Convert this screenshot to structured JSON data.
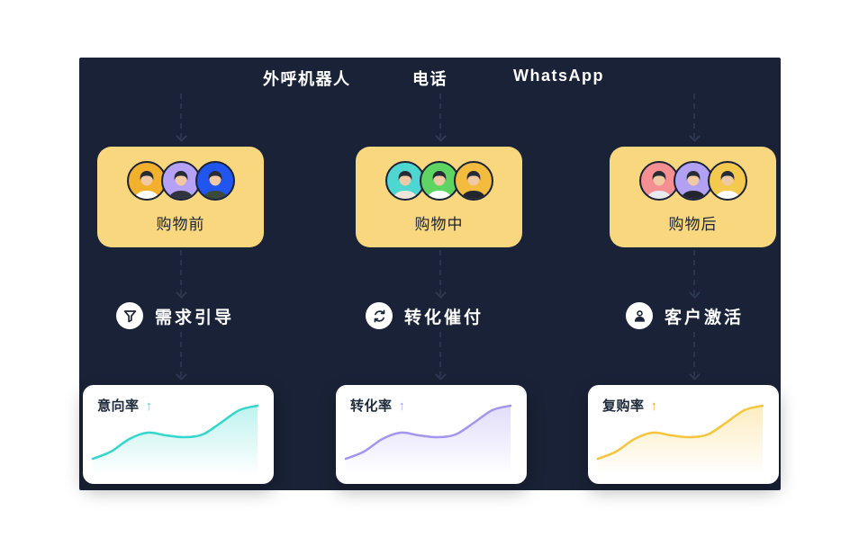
{
  "theme": {
    "panel_bg": "#1a2237",
    "page_bg": "#ffffff",
    "stage_card_bg": "#f9d77e",
    "dark_text": "#1a2237",
    "white": "#ffffff"
  },
  "channels": {
    "items": [
      {
        "label": "外呼机器人"
      },
      {
        "label": "电话"
      },
      {
        "label": "WhatsApp"
      }
    ]
  },
  "stages": {
    "items": [
      {
        "label": "购物前",
        "avatars": [
          {
            "bg": "#f2b02c",
            "shirt": "#ffffff"
          },
          {
            "bg": "#b5a1f5",
            "shirt": "#30343f"
          },
          {
            "bg": "#2155f0",
            "shirt": "#3c4a3c"
          }
        ]
      },
      {
        "label": "购物中",
        "avatars": [
          {
            "bg": "#4ed7d0",
            "shirt": "#efe6da"
          },
          {
            "bg": "#5ed463",
            "shirt": "#ffffff"
          },
          {
            "bg": "#f3bc3e",
            "shirt": "#23252e"
          }
        ]
      },
      {
        "label": "购物后",
        "avatars": [
          {
            "bg": "#f68f92",
            "shirt": "#e9e9f0"
          },
          {
            "bg": "#b2a0f3",
            "shirt": "#23252e"
          },
          {
            "bg": "#f3c94e",
            "shirt": "#ffffff"
          }
        ]
      }
    ]
  },
  "features": {
    "items": [
      {
        "label": "需求引导",
        "icon": "funnel-icon"
      },
      {
        "label": "转化催付",
        "icon": "refresh-icon"
      },
      {
        "label": "客户激活",
        "icon": "person-icon"
      }
    ]
  },
  "metrics": {
    "items": [
      {
        "label": "意向率",
        "trend_arrow": "↑",
        "line_color": "#35d6cb",
        "arrow_color": "#3cd9cf"
      },
      {
        "label": "转化率",
        "trend_arrow": "↑",
        "line_color": "#a495ee",
        "arrow_color": "#a99df3"
      },
      {
        "label": "复购率",
        "trend_arrow": "↑",
        "line_color": "#f6c53d",
        "arrow_color": "#f5a82e"
      }
    ]
  },
  "chart_data": [
    {
      "type": "area",
      "title": "意向率",
      "trend": "up",
      "axes": false,
      "ylim": [
        0,
        100
      ],
      "x": [
        0,
        1,
        2,
        3,
        4,
        5,
        6,
        7,
        8,
        9
      ],
      "y": [
        14,
        22,
        36,
        43,
        40,
        38,
        41,
        54,
        68,
        73
      ]
    },
    {
      "type": "area",
      "title": "转化率",
      "trend": "up",
      "axes": false,
      "ylim": [
        0,
        100
      ],
      "x": [
        0,
        1,
        2,
        3,
        4,
        5,
        6,
        7,
        8,
        9
      ],
      "y": [
        14,
        22,
        36,
        43,
        40,
        38,
        41,
        54,
        68,
        73
      ]
    },
    {
      "type": "area",
      "title": "复购率",
      "trend": "up",
      "axes": false,
      "ylim": [
        0,
        100
      ],
      "x": [
        0,
        1,
        2,
        3,
        4,
        5,
        6,
        7,
        8,
        9
      ],
      "y": [
        14,
        22,
        36,
        43,
        40,
        38,
        41,
        54,
        68,
        73
      ]
    }
  ]
}
